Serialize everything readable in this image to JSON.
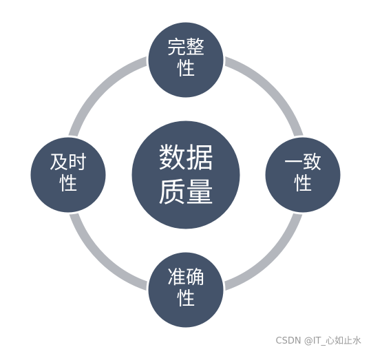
{
  "diagram": {
    "center": {
      "line1": "数据",
      "line2": "质量"
    },
    "nodes": {
      "top": {
        "line1": "完整",
        "line2": "性"
      },
      "right": {
        "line1": "一致",
        "line2": "性"
      },
      "bottom": {
        "line1": "准确",
        "line2": "性"
      },
      "left": {
        "line1": "及时",
        "line2": "性"
      }
    },
    "colors": {
      "node_fill": "#44536a",
      "ring": "#b4b7bd",
      "text": "#ffffff"
    }
  },
  "watermark": "CSDN @IT_心如止水"
}
